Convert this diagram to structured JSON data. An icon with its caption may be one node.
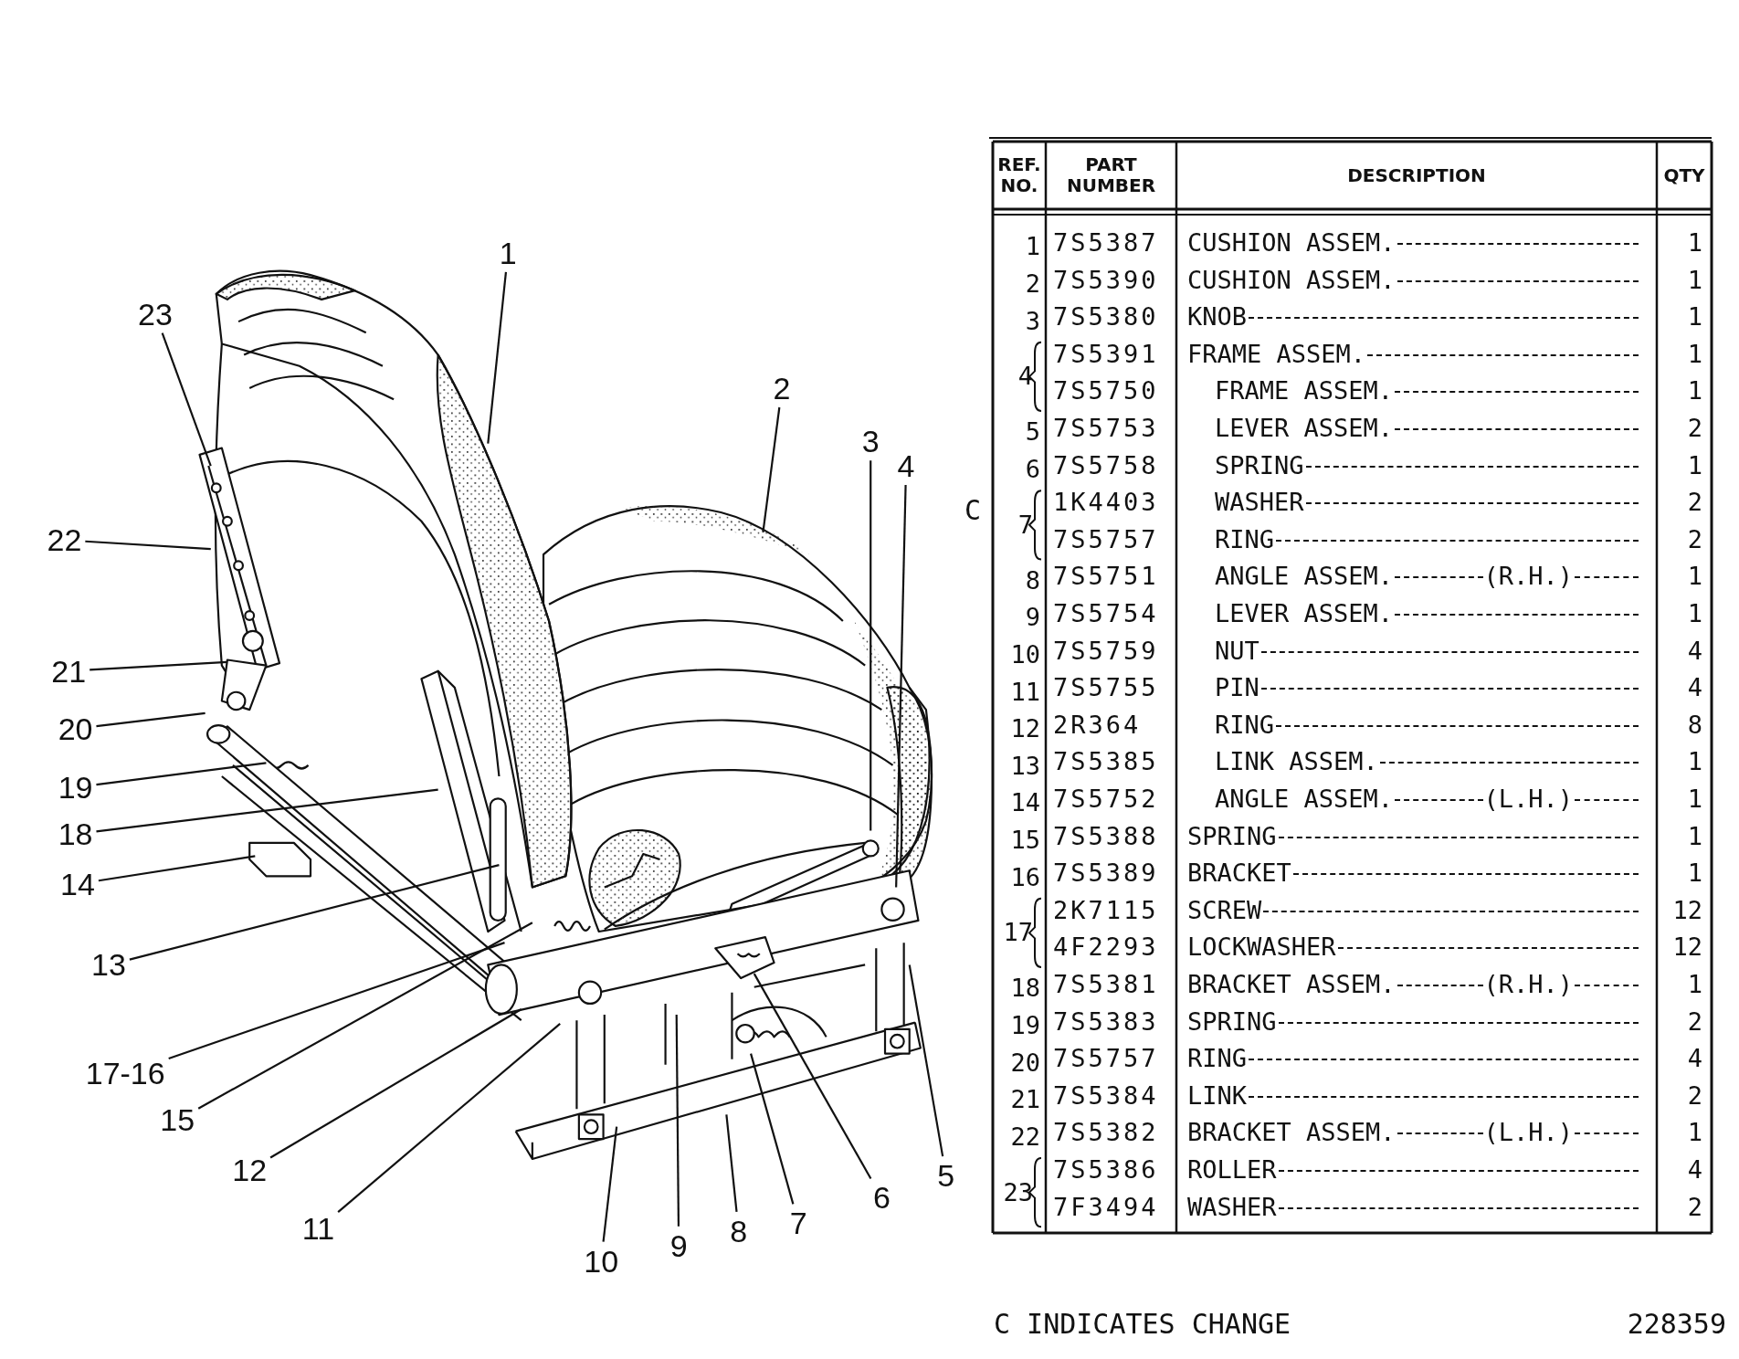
{
  "diagram": {
    "nodes": [
      {
        "text": [
          "1"
        ]
      },
      {
        "text": [
          "2"
        ]
      },
      {
        "text": [
          "3"
        ]
      },
      {
        "text": [
          "4"
        ]
      },
      {
        "text": [
          "5"
        ]
      },
      {
        "text": [
          "6"
        ]
      },
      {
        "text": [
          "7"
        ]
      },
      {
        "text": [
          "8"
        ]
      },
      {
        "text": [
          "9"
        ]
      },
      {
        "text": [
          "10"
        ]
      },
      {
        "text": [
          "11"
        ]
      },
      {
        "text": [
          "12"
        ]
      },
      {
        "text": [
          "13"
        ]
      },
      {
        "text": [
          "14"
        ]
      },
      {
        "text": [
          "15"
        ]
      },
      {
        "text": [
          "17-16"
        ]
      },
      {
        "text": [
          "18"
        ]
      },
      {
        "text": [
          "19"
        ]
      },
      {
        "text": [
          "20"
        ]
      },
      {
        "text": [
          "21"
        ]
      },
      {
        "text": [
          "22"
        ]
      },
      {
        "text": [
          "23"
        ]
      }
    ],
    "edges": [
      {
        "from": 0,
        "to": null,
        "arrow": "none"
      },
      {
        "from": 1,
        "to": null,
        "arrow": "none"
      },
      {
        "from": 2,
        "to": null,
        "arrow": "none"
      },
      {
        "from": 3,
        "to": null,
        "arrow": "none"
      },
      {
        "from": 4,
        "to": null,
        "arrow": "none"
      },
      {
        "from": 5,
        "to": null,
        "arrow": "none"
      },
      {
        "from": 6,
        "to": null,
        "arrow": "none"
      },
      {
        "from": 7,
        "to": null,
        "arrow": "none"
      },
      {
        "from": 8,
        "to": null,
        "arrow": "none"
      },
      {
        "from": 9,
        "to": null,
        "arrow": "none"
      },
      {
        "from": 10,
        "to": null,
        "arrow": "none"
      },
      {
        "from": 11,
        "to": null,
        "arrow": "none"
      },
      {
        "from": 12,
        "to": null,
        "arrow": "none"
      },
      {
        "from": 13,
        "to": null,
        "arrow": "none"
      },
      {
        "from": 14,
        "to": null,
        "arrow": "none"
      },
      {
        "from": 15,
        "to": null,
        "arrow": "none"
      },
      {
        "from": 16,
        "to": null,
        "arrow": "none"
      },
      {
        "from": 17,
        "to": null,
        "arrow": "none"
      },
      {
        "from": 18,
        "to": null,
        "arrow": "none"
      },
      {
        "from": 19,
        "to": null,
        "arrow": "none"
      },
      {
        "from": 20,
        "to": null,
        "arrow": "none"
      },
      {
        "from": 21,
        "to": null,
        "arrow": "none"
      }
    ],
    "labels": [
      "REF. NO.",
      "PART NUMBER",
      "DESCRIPTION",
      "QTY",
      "C",
      "1",
      "7S5387",
      "CUSHION ASSEM.",
      "1",
      "2",
      "7S5390",
      "CUSHION ASSEM.",
      "1",
      "3",
      "7S5380",
      "KNOB",
      "1",
      "4",
      "7S5391",
      "FRAME ASSEM.",
      "1",
      "7S5750",
      "FRAME ASSEM.",
      "1",
      "5",
      "7S5753",
      "LEVER ASSEM.",
      "2",
      "6",
      "7S5758",
      "SPRING",
      "1",
      "7",
      "1K4403",
      "WASHER",
      "2",
      "7S5757",
      "RING",
      "2",
      "8",
      "7S5751",
      "ANGLE ASSEM.",
      "(R.H.)",
      "1",
      "9",
      "7S5754",
      "LEVER ASSEM.",
      "1",
      "10",
      "7S5759",
      "NUT",
      "4",
      "11",
      "7S5755",
      "PIN",
      "4",
      "12",
      "2R364",
      "RING",
      "8",
      "13",
      "7S5385",
      "LINK ASSEM.",
      "1",
      "14",
      "7S5752",
      "ANGLE ASSEM.",
      "(L.H.)",
      "1",
      "15",
      "7S5388",
      "SPRING",
      "1",
      "16",
      "7S5389",
      "BRACKET",
      "1",
      "17",
      "2K7115",
      "SCREW",
      "12",
      "4F2293",
      "LOCKWASHER",
      "12",
      "18",
      "7S5381",
      "BRACKET ASSEM.",
      "(R.H.)",
      "1",
      "19",
      "7S5383",
      "SPRING",
      "2",
      "20",
      "7S5757",
      "RING",
      "4",
      "21",
      "7S5384",
      "LINK",
      "2",
      "22",
      "7S5382",
      "BRACKET ASSEM.",
      "(L.H.)",
      "1",
      "23",
      "7S5386",
      "ROLLER",
      "4",
      "7F3494",
      "WASHER",
      "2",
      "C INDICATES CHANGE",
      "228359"
    ]
  }
}
